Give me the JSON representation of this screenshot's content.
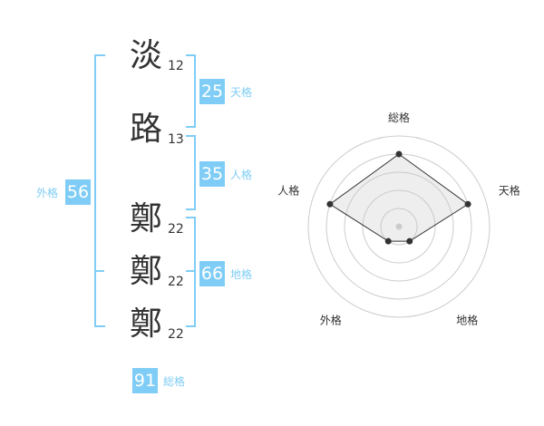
{
  "name": {
    "chars": [
      {
        "char": "淡",
        "strokes": "12"
      },
      {
        "char": "路",
        "strokes": "13"
      },
      {
        "char": "鄭",
        "strokes": "22"
      },
      {
        "char": "鄭",
        "strokes": "22"
      },
      {
        "char": "鄭",
        "strokes": "22"
      }
    ]
  },
  "scores": {
    "tenkaku": {
      "value": "25",
      "label": "天格"
    },
    "jinkaku": {
      "value": "35",
      "label": "人格"
    },
    "chikaku": {
      "value": "66",
      "label": "地格"
    },
    "gaikaku": {
      "value": "56",
      "label": "外格"
    },
    "soukaku": {
      "value": "91",
      "label": "総格"
    }
  },
  "colors": {
    "accent": "#7fcdf6",
    "text": "#333333"
  },
  "chart_data": {
    "type": "radar",
    "axes": [
      "総格",
      "天格",
      "地格",
      "外格",
      "人格"
    ],
    "values": [
      4,
      4,
      1,
      1,
      4
    ],
    "range": [
      0,
      5
    ],
    "rings": 5
  }
}
